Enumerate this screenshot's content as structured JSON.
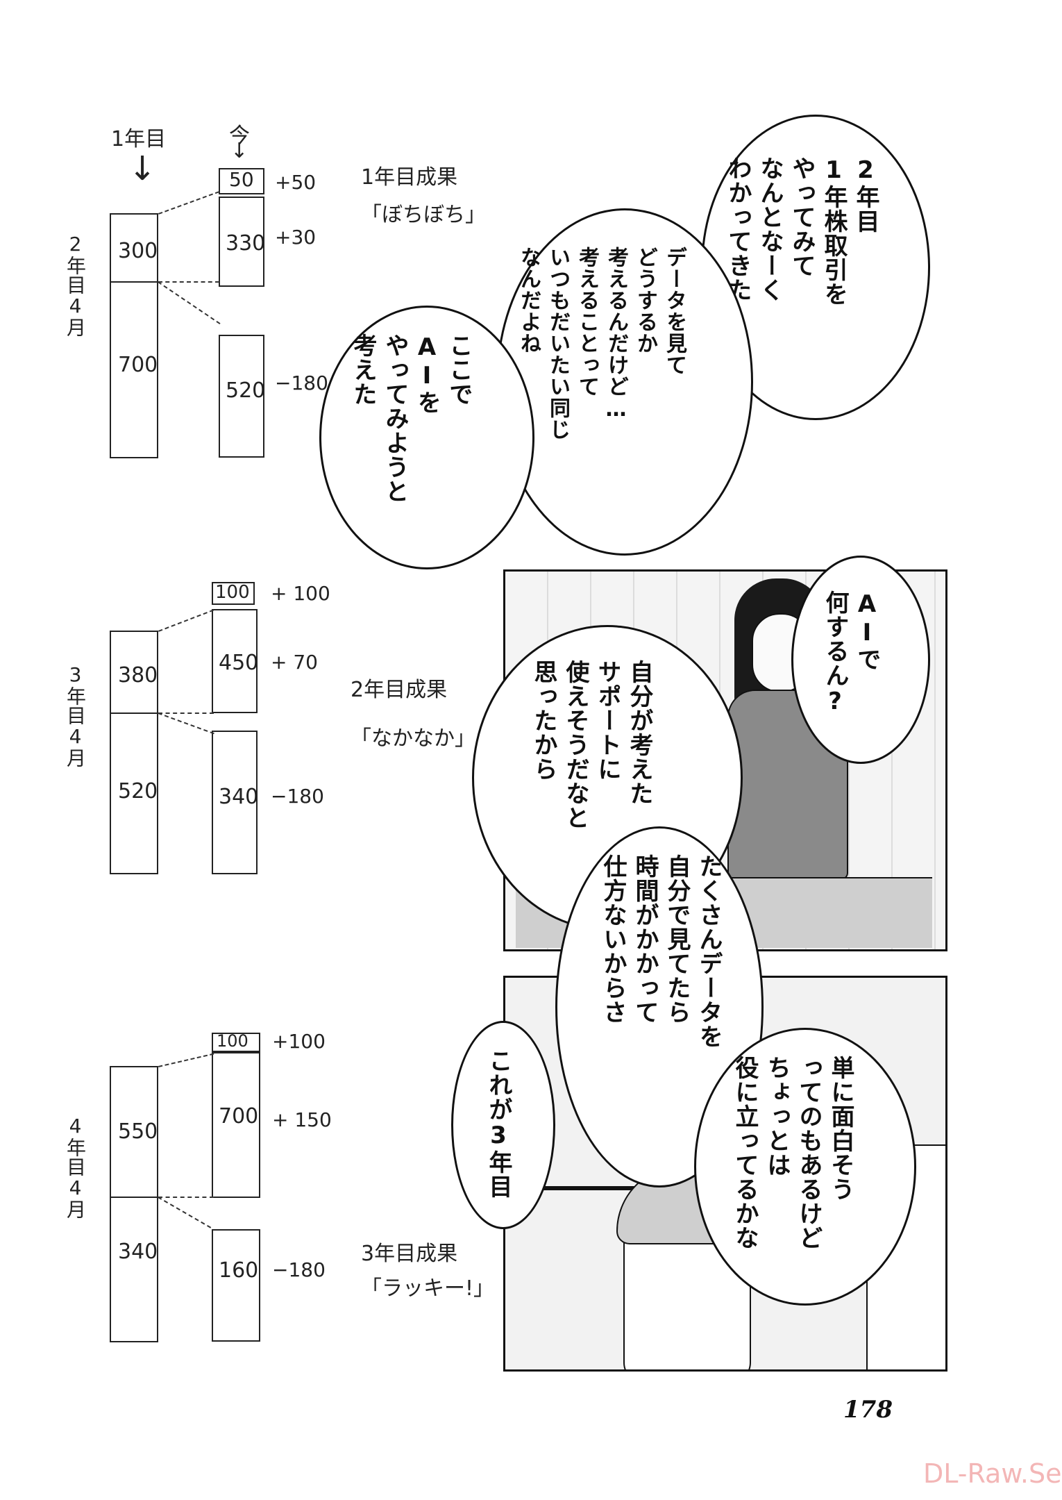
{
  "diagram": {
    "col_year1": "1年目",
    "col_now": "今",
    "arrow": "↓",
    "sections": [
      {
        "side_label": "2年目4月",
        "left_top": "300",
        "left_bottom": "700",
        "right": [
          "50",
          "330",
          "520"
        ],
        "deltas": [
          "+50",
          "+30",
          "−180"
        ],
        "result_title": "1年目成果",
        "result_value": "「ぼちぼち」"
      },
      {
        "side_label": "3年目4月",
        "left_top": "380",
        "left_bottom": "520",
        "right": [
          "100",
          "450",
          "340"
        ],
        "deltas": [
          "+ 100",
          "+ 70",
          "−180"
        ],
        "result_title": "2年目成果",
        "result_value": "「なかなか」"
      },
      {
        "side_label": "4年目4月",
        "left_top": "550",
        "left_bottom": "340",
        "right": [
          "100",
          "700",
          "160"
        ],
        "deltas": [
          "+100",
          "+ 150",
          "−180"
        ],
        "result_title": "3年目成果",
        "result_value": "「ラッキー!」"
      }
    ]
  },
  "bubbles": {
    "b1": "2年目\n1年株取引を\nやってみて\nなんとなーく\nわかってきた",
    "b2": "データを見て\nどうするか\n考えるんだけど…\n考えることって\nいつもだいたい同じ\nなんだよね",
    "b3": "ここで\nAIを\nやってみようと\n考えた",
    "b4": "AIで\n何するん?",
    "b5": "自分が考えた\nサポートに\n使えそうだなと\n思ったから",
    "b6": "たくさんデータを\n自分で見てたら\n時間がかかって\n仕方ないからさ",
    "b7": "単に面白そう\nってのもあるけど\nちょっとは\n役に立ってるかな",
    "b8": "これが3年目"
  },
  "page_number": "178",
  "watermark": "DL-Raw.Se"
}
